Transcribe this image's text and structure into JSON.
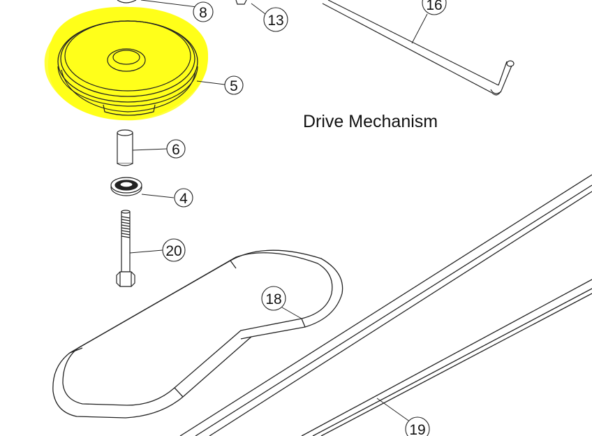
{
  "title": "Drive Mechanism",
  "highlight_color": "#ffff1a",
  "line_color": "#222222",
  "callouts": {
    "part_5": "5",
    "part_8": "8",
    "part_13": "13",
    "part_16": "16",
    "part_6": "6",
    "part_4": "4",
    "part_20": "20",
    "part_18": "18",
    "part_19": "19"
  }
}
